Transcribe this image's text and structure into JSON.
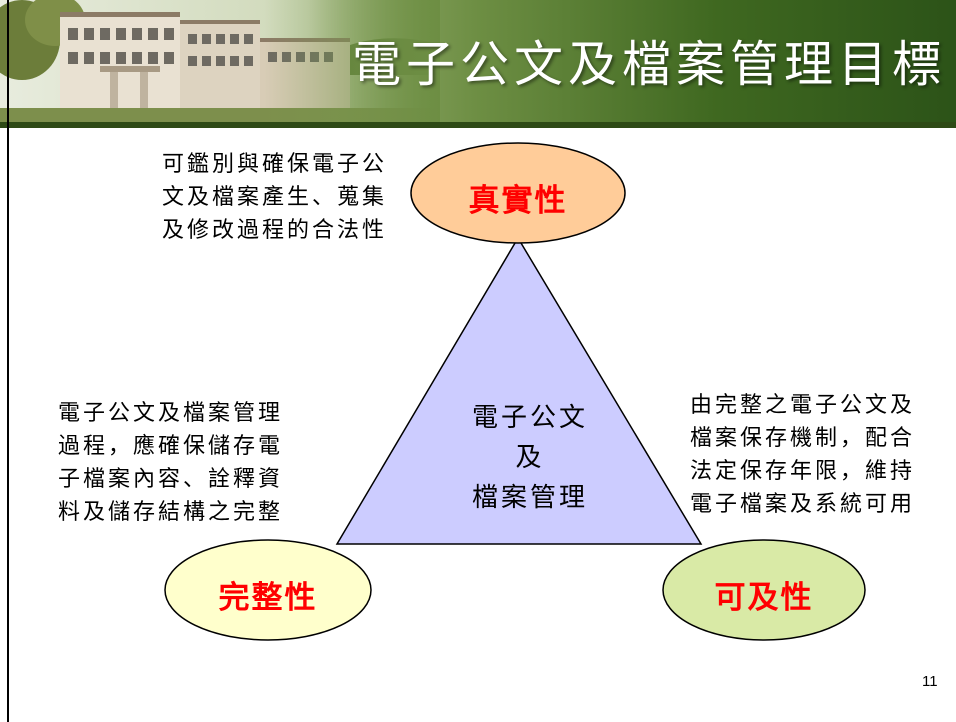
{
  "slide": {
    "title": "電子公文及檔案管理目標",
    "page_number": "11"
  },
  "diagram": {
    "center": {
      "lines": [
        "電子公文",
        "及",
        "檔案管理"
      ]
    },
    "nodes": {
      "top": {
        "label": "真實性",
        "description": [
          "可鑑別與確保電子公",
          "文及檔案產生、蒐集",
          "及修改過程的合法性"
        ]
      },
      "left": {
        "label": "完整性",
        "description": [
          "電子公文及檔案管理",
          "過程，應確保儲存電",
          "子檔案內容、詮釋資",
          "料及儲存結構之完整"
        ]
      },
      "right": {
        "label": "可及性",
        "description": [
          "由完整之電子公文及",
          "檔案保存機制，配合",
          "法定保存年限，維持",
          "電子檔案及系統可用"
        ]
      }
    }
  },
  "colors": {
    "title_text": "#ffffff",
    "header_green": "#3f6820",
    "triangle_fill": "#ccccff",
    "top_ellipse_fill": "#ffcc99",
    "left_ellipse_fill": "#ffffcc",
    "right_ellipse_fill": "#d9eaa6",
    "label_red": "#ff0000"
  }
}
